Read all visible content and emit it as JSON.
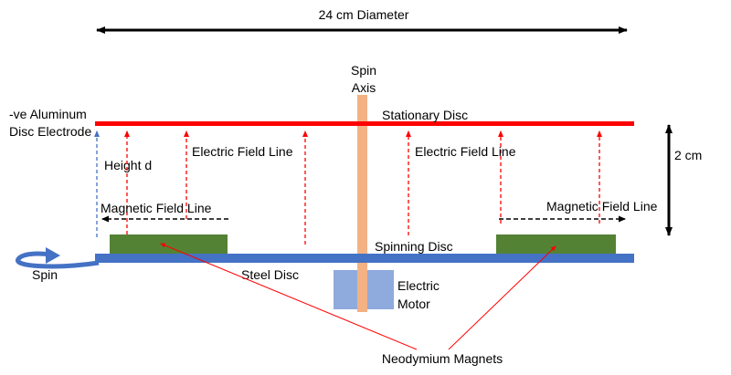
{
  "labels": {
    "diameter": "24 cm Diameter",
    "spin_axis_line1": "Spin",
    "spin_axis_line2": "Axis",
    "electrode_line1": "-ve Aluminum",
    "electrode_line2": "Disc Electrode",
    "stationary_disc": "Stationary Disc",
    "height": "Height d",
    "electric_field_left": "Electric Field Line",
    "electric_field_right": "Electric Field Line",
    "gap": "2 cm",
    "magnetic_field_left": "Magnetic Field Line",
    "magnetic_field_right": "Magnetic Field Line",
    "spinning_disc": "Spinning Disc",
    "spin": "Spin",
    "steel_disc": "Steel Disc",
    "motor_line1": "Electric",
    "motor_line2": "Motor",
    "magnets": "Neodymium Magnets"
  },
  "colors": {
    "stationary_disc": "#ff0000",
    "steel_disc": "#4472c4",
    "magnet": "#548235",
    "axis": "#f4b183",
    "motor": "#8faadc",
    "field_line": "#ff0000",
    "height_line": "#4472c4",
    "pointer": "#ff0000"
  }
}
